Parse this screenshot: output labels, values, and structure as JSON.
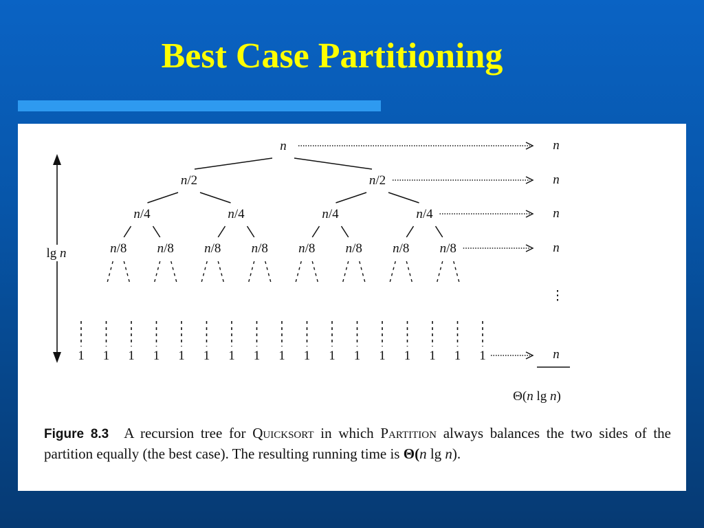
{
  "slide": {
    "title": "Best Case Partitioning",
    "colors": {
      "title": "#ffff00",
      "accent_bar": "#2e9af0",
      "background": "#0a63c4"
    }
  },
  "tree": {
    "levels": [
      {
        "nodes": [
          "n"
        ],
        "cost": "n"
      },
      {
        "nodes": [
          "n/2",
          "n/2"
        ],
        "cost": "n"
      },
      {
        "nodes": [
          "n/4",
          "n/4",
          "n/4",
          "n/4"
        ],
        "cost": "n"
      },
      {
        "nodes": [
          "n/8",
          "n/8",
          "n/8",
          "n/8",
          "n/8",
          "n/8",
          "n/8",
          "n/8"
        ],
        "cost": "n"
      }
    ],
    "ellipsis_cost": "⋮",
    "leaves": [
      "1",
      "1",
      "1",
      "1",
      "1",
      "1",
      "1",
      "1",
      "1",
      "1",
      "1",
      "1",
      "1",
      "1",
      "1",
      "1",
      "1"
    ],
    "leaf_cost": "n",
    "height_label": "lg n",
    "total_cost": "Θ(n lg n)"
  },
  "caption": {
    "figure_label": "Figure 8.3",
    "text_1": "A recursion tree for ",
    "quicksort": "Quicksort",
    "text_2": " in which ",
    "partition": "Partition",
    "text_3": " always balances the two sides of the partition equally (the best case). The resulting running time is ",
    "theta": "Θ(",
    "theta_n": "n",
    "theta_lg": " lg ",
    "theta_n2": "n",
    "theta_end": ")."
  }
}
